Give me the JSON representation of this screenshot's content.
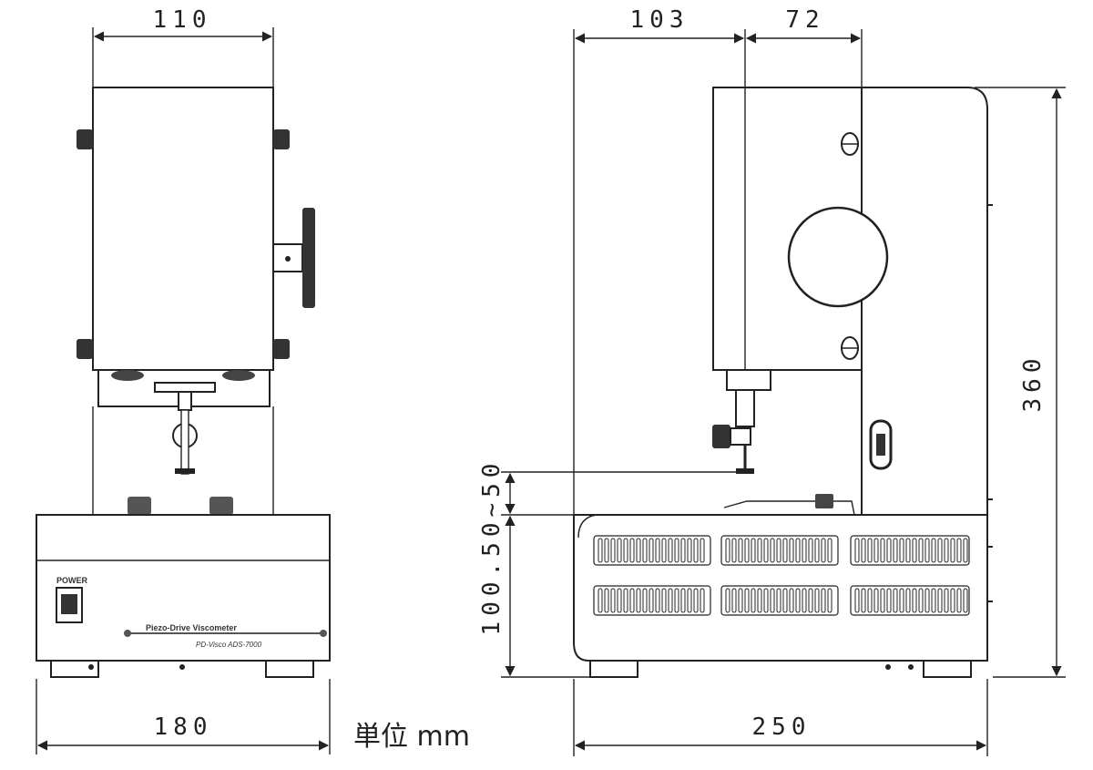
{
  "dimensions": {
    "front_top_width": "110",
    "front_base_width": "180",
    "side_left_offset": "103",
    "side_right_offset": "72",
    "side_total_width": "250",
    "side_total_height": "360",
    "side_base_height": "100.50~50"
  },
  "unit_label": "単位 mm",
  "panel_labels": {
    "power_label": "POWER",
    "brand_text": "Piezo-Drive Viscometer",
    "model_text": "PD-Visco  ADS-7000"
  }
}
